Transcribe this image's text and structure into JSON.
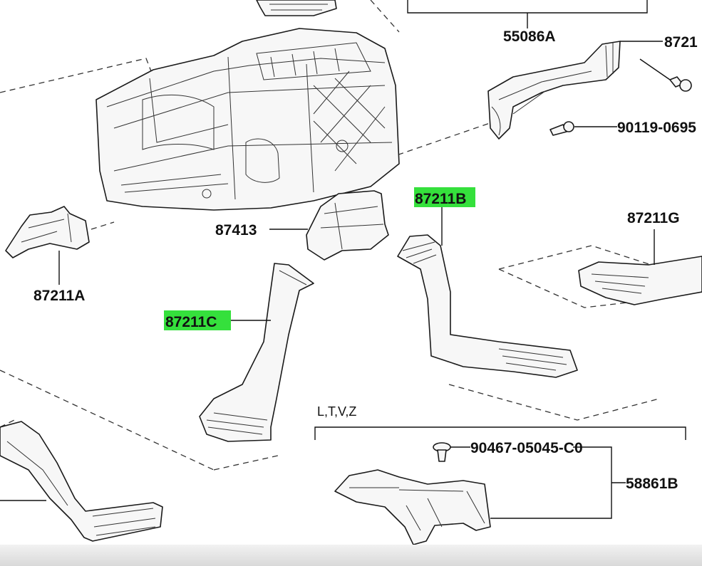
{
  "labels": {
    "p55086A": "55086A",
    "p87211_top": "8721",
    "p90119": "90119-0695",
    "p87413": "87413",
    "p87211A": "87211A",
    "p87211B": "87211B",
    "p87211G": "87211G",
    "p87211C": "87211C",
    "variants": "L,T,V,Z",
    "p90467": "90467-05045-C0",
    "p58861B": "58861B"
  },
  "highlights": {
    "color": "#35e03c",
    "parts": [
      "87211B",
      "87211C"
    ]
  }
}
